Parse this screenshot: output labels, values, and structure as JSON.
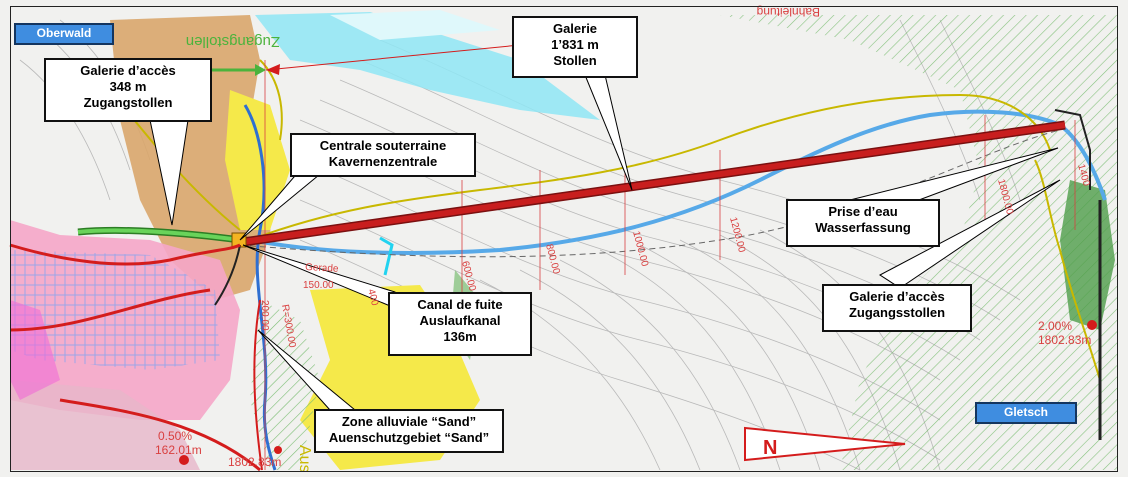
{
  "places": {
    "oberwald": "Oberwald",
    "gletsch": "Gletsch"
  },
  "callouts": {
    "galerie_acces_1": {
      "fr": "Galerie d’accès",
      "length": "348 m",
      "de": "Zugangstollen"
    },
    "galerie": {
      "fr": "Galerie",
      "length": "1’831 m",
      "de": "Stollen"
    },
    "centrale": {
      "fr": "Centrale souterraine",
      "de": "Kavernenzentrale"
    },
    "prise_eau": {
      "fr": "Prise d’eau",
      "de": "Wasserfassung"
    },
    "canal": {
      "fr": "Canal de fuite",
      "de": "Auslaufkanal",
      "length": "136m"
    },
    "galerie_acces_2": {
      "fr": "Galerie d’accès",
      "de": "Zugangsstollen"
    },
    "zone": {
      "fr": "Zone alluviale “Sand”",
      "de": "Auenschutzgebiet “Sand”"
    }
  },
  "north_arrow": "N",
  "map_labels": {
    "zugangstollen_mirror": "Zugangstollen",
    "top_right_mirror": "Bahnleitung",
    "gerade": "Gerade",
    "l150": "150.00",
    "l400": "400",
    "l600": "600.00",
    "l800": "800.00",
    "l1000": "1000.00",
    "l1200": "1200.00",
    "l1800": "1800.00",
    "l1400": "1400",
    "l200": "200.00",
    "r300": "R=300.00",
    "grade_left": "0.50%",
    "elev_left": "162.01m",
    "elev_mid": "1802.83m",
    "grade_right": "2.00%",
    "elev_right": "1802.83m",
    "aus": "Aus"
  },
  "colors": {
    "tunnel": "#c81e1e",
    "access_tunnel": "#4bb33c",
    "river": "#57a9e8",
    "forest": "#4f9e4a",
    "road": "#c8b800",
    "alluvial_zone": "#f5a6c8",
    "sand": "#d9a66c",
    "yellow_zone": "#f5e94a",
    "label_blue": "#3f8de0"
  }
}
